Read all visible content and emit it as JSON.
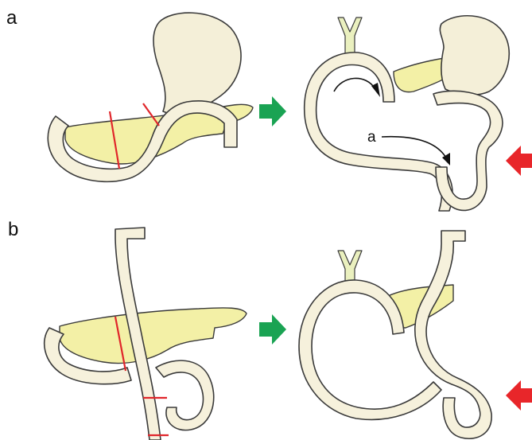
{
  "panels": [
    {
      "id": "a",
      "label": "a"
    },
    {
      "id": "b",
      "label": "b"
    }
  ],
  "annotation_label": "a",
  "colors": {
    "organ_fill": "#f4efd8",
    "bowel_fill": "#f6f1dc",
    "pancreas_fill": "#f3f0a6",
    "bile_duct_fill": "#eaf0bf",
    "outline": "#3a3a3a",
    "transection_line": "#e0262b",
    "transition_arrow": "#1aa353",
    "indicator_arrow": "#e8262a"
  },
  "icons": [
    "green-right-arrow-icon",
    "red-left-arrow-icon"
  ]
}
